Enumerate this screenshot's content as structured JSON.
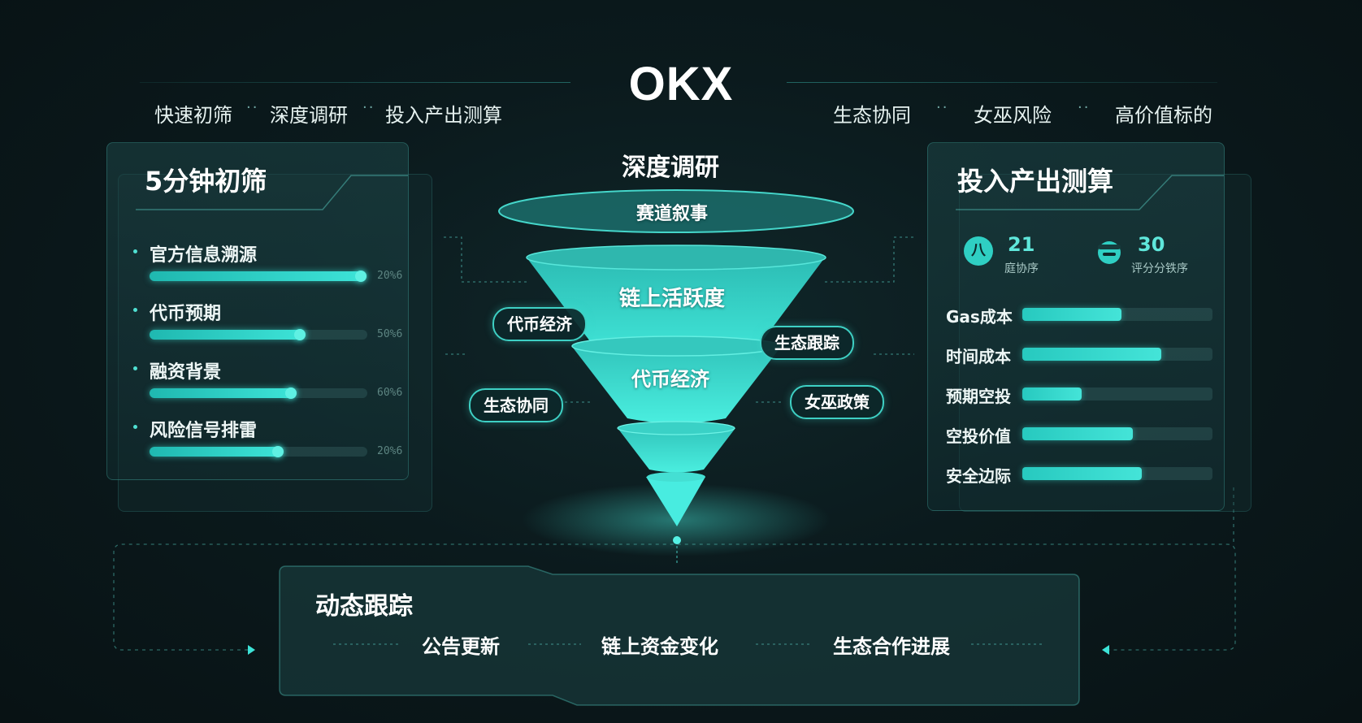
{
  "header": {
    "logo": "OKX",
    "left_taglines": [
      "快速初筛",
      "深度调研",
      "投入产出测算"
    ],
    "right_taglines": [
      "生态协同",
      "女巫风险",
      "高价值标的"
    ],
    "separator": "··"
  },
  "left_panel": {
    "title": "5分钟初筛",
    "items": [
      {
        "label": "官方信息溯源",
        "value_text": "20%6",
        "progress": 0.98
      },
      {
        "label": "代币预期",
        "value_text": "50%6",
        "progress": 0.7
      },
      {
        "label": "融资背景",
        "value_text": "60%6",
        "progress": 0.66
      },
      {
        "label": "风险信号排雷",
        "value_text": "20%6",
        "progress": 0.6
      }
    ]
  },
  "funnel": {
    "title": "深度调研",
    "top_label": "赛道叙事",
    "layers": [
      "链上活跃度",
      "代币经济"
    ],
    "pills": [
      "代币经济",
      "生态跟踪",
      "生态协同",
      "女巫政策"
    ]
  },
  "right_panel": {
    "title": "投入产出测算",
    "stats": [
      {
        "icon": "八",
        "value": "21",
        "label": "庭协序"
      },
      {
        "icon": "",
        "value": "30",
        "label": "评分分铁序"
      }
    ],
    "metrics": [
      {
        "label": "Gas成本",
        "progress": 0.52
      },
      {
        "label": "时间成本",
        "progress": 0.73
      },
      {
        "label": "预期空投",
        "progress": 0.31
      },
      {
        "label": "空投价值",
        "progress": 0.58
      },
      {
        "label": "安全边际",
        "progress": 0.63
      }
    ]
  },
  "tracking": {
    "title": "动态跟踪",
    "items": [
      "公告更新",
      "链上资金变化",
      "生态合作进展"
    ]
  },
  "colors": {
    "accent": "#3de3d7",
    "background": "#0b1a1d",
    "funnel_top": "#2fc6bd",
    "funnel_bottom": "#4cf0e2"
  }
}
